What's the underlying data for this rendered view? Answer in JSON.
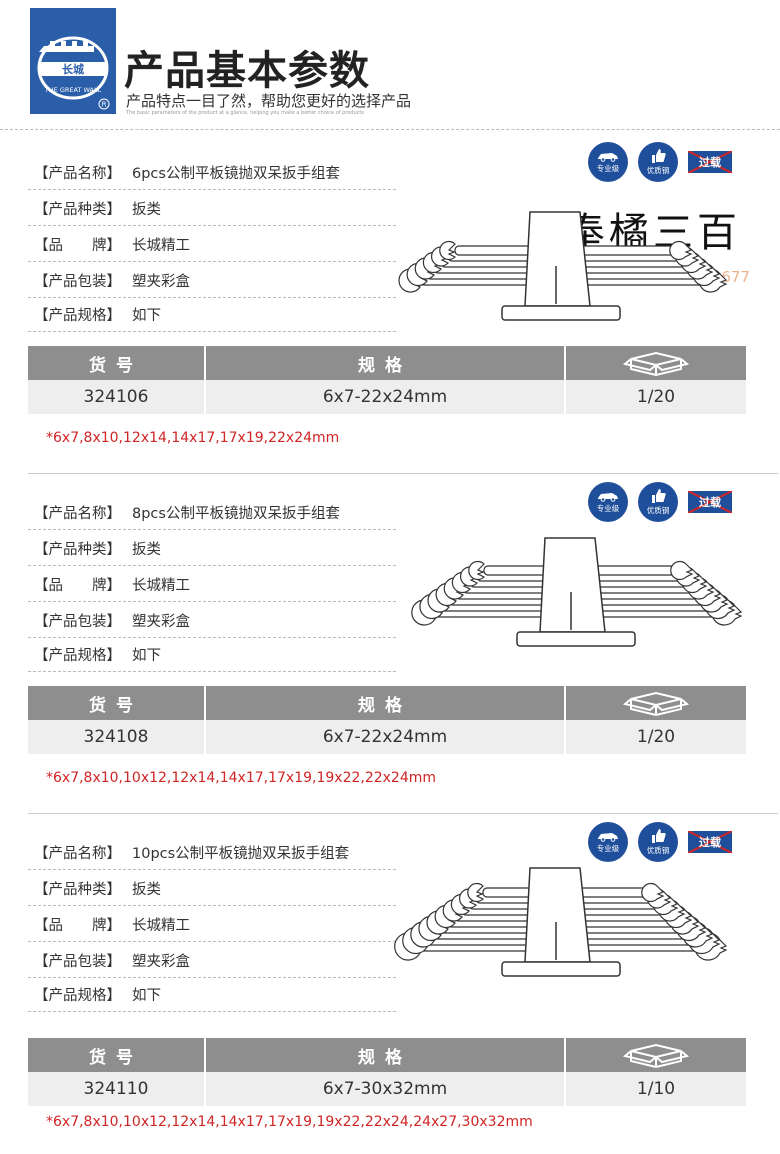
{
  "header": {
    "brand_logo_text": "长城",
    "brand_logo_en": "THE GREAT WALL",
    "title": "产品基本参数",
    "subtitle": "产品特点一目了然，帮助您更好的选择产品",
    "tiny_en": "The basic parameters of the product at a glance, helping you make a better choice of products"
  },
  "watermark": {
    "calligraphy": "奉橘三百",
    "service": "客服电话：13752410677"
  },
  "badges": {
    "professional": "专业级",
    "quality_steel": "优质钢",
    "overload": "过载"
  },
  "table_header": {
    "sku": "货号",
    "spec": "规格"
  },
  "products": [
    {
      "rows": [
        {
          "label": "【产品名称】",
          "value": "6pcs公制平板镜抛双呆扳手组套"
        },
        {
          "label": "【产品种类】",
          "value": "扳类"
        },
        {
          "label": "【品　　牌】",
          "value": "长城精工"
        },
        {
          "label": "【产品包装】",
          "value": "塑夹彩盒"
        },
        {
          "label": "【产品规格】",
          "value": "如下"
        }
      ],
      "sku": "324106",
      "spec": "6x7-22x24mm",
      "box": "1/20",
      "sizes": "*6x7,8x10,12x14,14x17,17x19,22x24mm"
    },
    {
      "rows": [
        {
          "label": "【产品名称】",
          "value": "8pcs公制平板镜抛双呆扳手组套"
        },
        {
          "label": "【产品种类】",
          "value": "扳类"
        },
        {
          "label": "【品　　牌】",
          "value": "长城精工"
        },
        {
          "label": "【产品包装】",
          "value": "塑夹彩盒"
        },
        {
          "label": "【产品规格】",
          "value": "如下"
        }
      ],
      "sku": "324108",
      "spec": "6x7-22x24mm",
      "box": "1/20",
      "sizes": "*6x7,8x10,10x12,12x14,14x17,17x19,19x22,22x24mm"
    },
    {
      "rows": [
        {
          "label": "【产品名称】",
          "value": "10pcs公制平板镜抛双呆扳手组套"
        },
        {
          "label": "【产品种类】",
          "value": "扳类"
        },
        {
          "label": "【品　　牌】",
          "value": "长城精工"
        },
        {
          "label": "【产品包装】",
          "value": "塑夹彩盒"
        },
        {
          "label": "【产品规格】",
          "value": "如下"
        }
      ],
      "sku": "324110",
      "spec": "6x7-30x32mm",
      "box": "1/10",
      "sizes": "*6x7,8x10,10x12,12x14,14x17,17x19,19x22,22x24,24x27,30x32mm"
    }
  ]
}
